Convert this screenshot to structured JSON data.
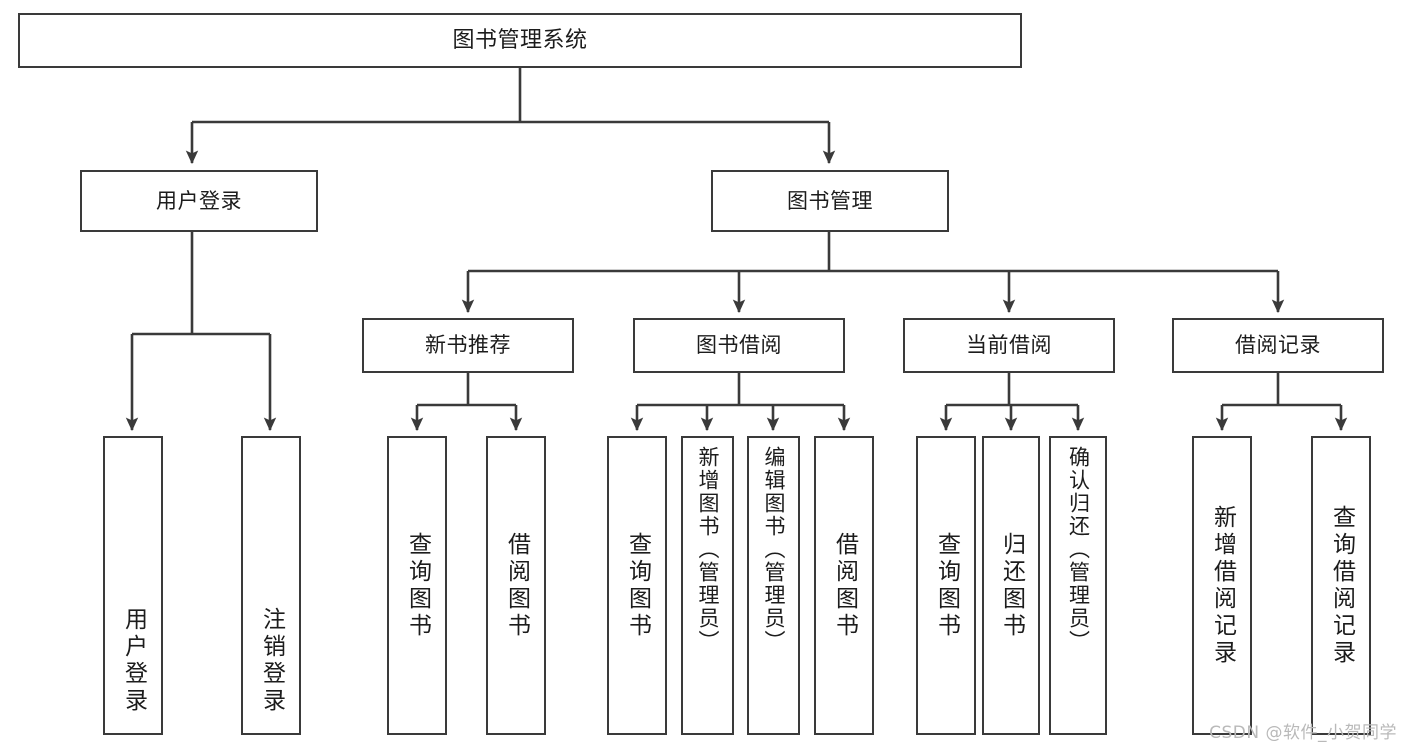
{
  "diagram": {
    "title": "图书管理系统",
    "type": "hierarchy-tree",
    "orientation": "top-down",
    "style": {
      "box_border_color": "#3a3a3a",
      "box_fill": "#ffffff",
      "connector_color": "#3a3a3a",
      "text_color": "#1c1c1c",
      "background": "#ffffff"
    }
  },
  "root": {
    "label": "图书管理系统"
  },
  "level2": [
    {
      "label": "用户登录"
    },
    {
      "label": "图书管理"
    }
  ],
  "level3": [
    {
      "label": "新书推荐"
    },
    {
      "label": "图书借阅"
    },
    {
      "label": "当前借阅"
    },
    {
      "label": "借阅记录"
    }
  ],
  "leaves": {
    "user_login": [
      {
        "label": "用户登录"
      },
      {
        "label": "注销登录"
      }
    ],
    "new_book_recommend": [
      {
        "label": "查询图书"
      },
      {
        "label": "借阅图书"
      }
    ],
    "book_borrow": [
      {
        "label": "查询图书"
      },
      {
        "label": "新增图书（管理员）"
      },
      {
        "label": "编辑图书（管理员）"
      },
      {
        "label": "借阅图书"
      }
    ],
    "current_borrow": [
      {
        "label": "查询图书"
      },
      {
        "label": "归还图书"
      },
      {
        "label": "确认归还（管理员）"
      }
    ],
    "borrow_records": [
      {
        "label": "新增借阅记录"
      },
      {
        "label": "查询借阅记录"
      }
    ]
  },
  "watermark": {
    "text": "CSDN @软件_小贺同学"
  }
}
